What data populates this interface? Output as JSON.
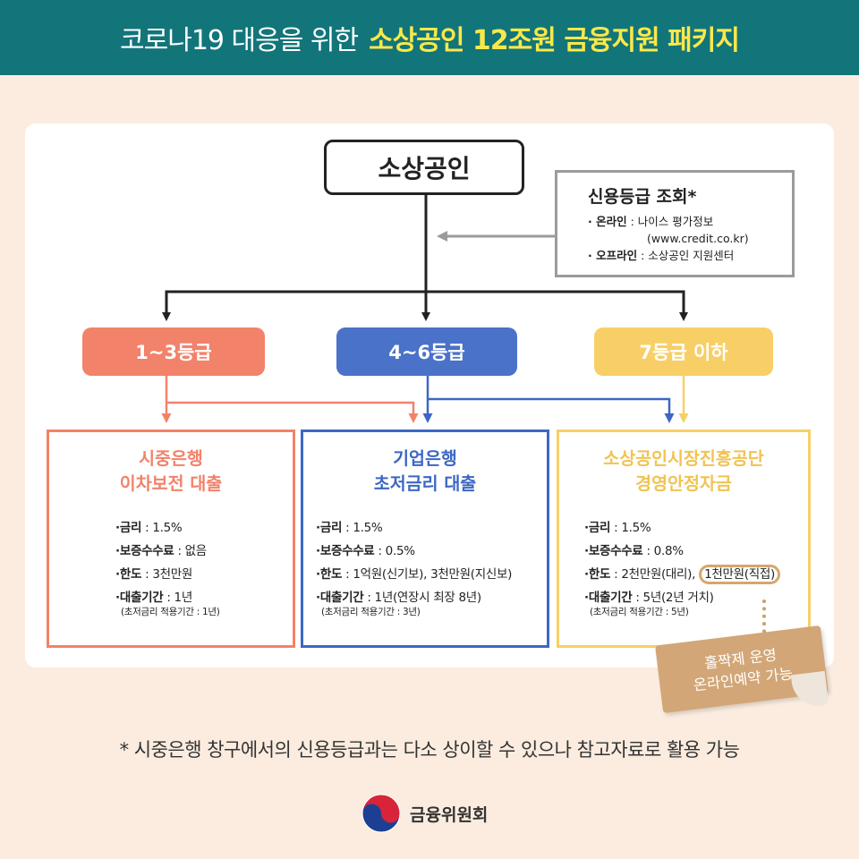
{
  "header": {
    "title_light": "코로나19 대응을 위한",
    "title_bold": "소상공인 12조원 금융지원 패키지"
  },
  "root": {
    "label": "소상공인"
  },
  "credit_check": {
    "title": "신용등급 조회*",
    "online_label": "· 온라인",
    "online_value": ": 나이스 평가정보",
    "online_url": "(www.credit.co.kr)",
    "offline_label": "· 오프라인",
    "offline_value": ": 소상공인 지원센터"
  },
  "grades": [
    {
      "label": "1~3등급",
      "color": "#f2826a"
    },
    {
      "label": "4~6등급",
      "color": "#4a72c8"
    },
    {
      "label": "7등급 이하",
      "color": "#f8cf66"
    }
  ],
  "products": [
    {
      "title_line1": "시중은행",
      "title_line2": "이차보전 대출",
      "rate_label": "·금리",
      "rate_value": ": 1.5%",
      "fee_label": "·보증수수료",
      "fee_value": ": 없음",
      "limit_label": "·한도",
      "limit_value": ": 3천만원",
      "period_label": "·대출기간",
      "period_value": ": 1년",
      "note": "(초저금리 적용기간 : 1년)"
    },
    {
      "title_line1": "기업은행",
      "title_line2": "초저금리 대출",
      "rate_label": "·금리",
      "rate_value": ": 1.5%",
      "fee_label": "·보증수수료",
      "fee_value": ": 0.5%",
      "limit_label": "·한도",
      "limit_value": ": 1억원(신기보), 3천만원(지신보)",
      "period_label": "·대출기간",
      "period_value": ": 1년(연장시 최장 8년)",
      "note": "(초저금리 적용기간 : 3년)"
    },
    {
      "title_line1": "소상공인시장진흥공단",
      "title_line2": "경영안정자금",
      "rate_label": "·금리",
      "rate_value": ": 1.5%",
      "fee_label": "·보증수수료",
      "fee_value": ": 0.8%",
      "limit_label": "·한도",
      "limit_value": ": 2천만원(대리),",
      "limit_highlight": "1천만원(직접)",
      "period_label": "·대출기간",
      "period_value": ": 5년(2년 거치)",
      "note": "(초저금리 적용기간 : 5년)"
    }
  ],
  "tag": {
    "line1": "홀짝제 운영",
    "line2": "온라인예약 가능"
  },
  "footnote": "* 시중은행 창구에서의 신용등급과는 다소 상이할 수 있으나 참고자료로 활용 가능",
  "logo": {
    "org_name": "금융위원회",
    "icon": "taegeuk-emblem-icon"
  },
  "colors": {
    "header_bg": "#12757a",
    "header_highlight": "#f9e84a",
    "background": "#fbecdf",
    "tag": "#d2a676",
    "gray_arrow": "#9b9b9b"
  }
}
